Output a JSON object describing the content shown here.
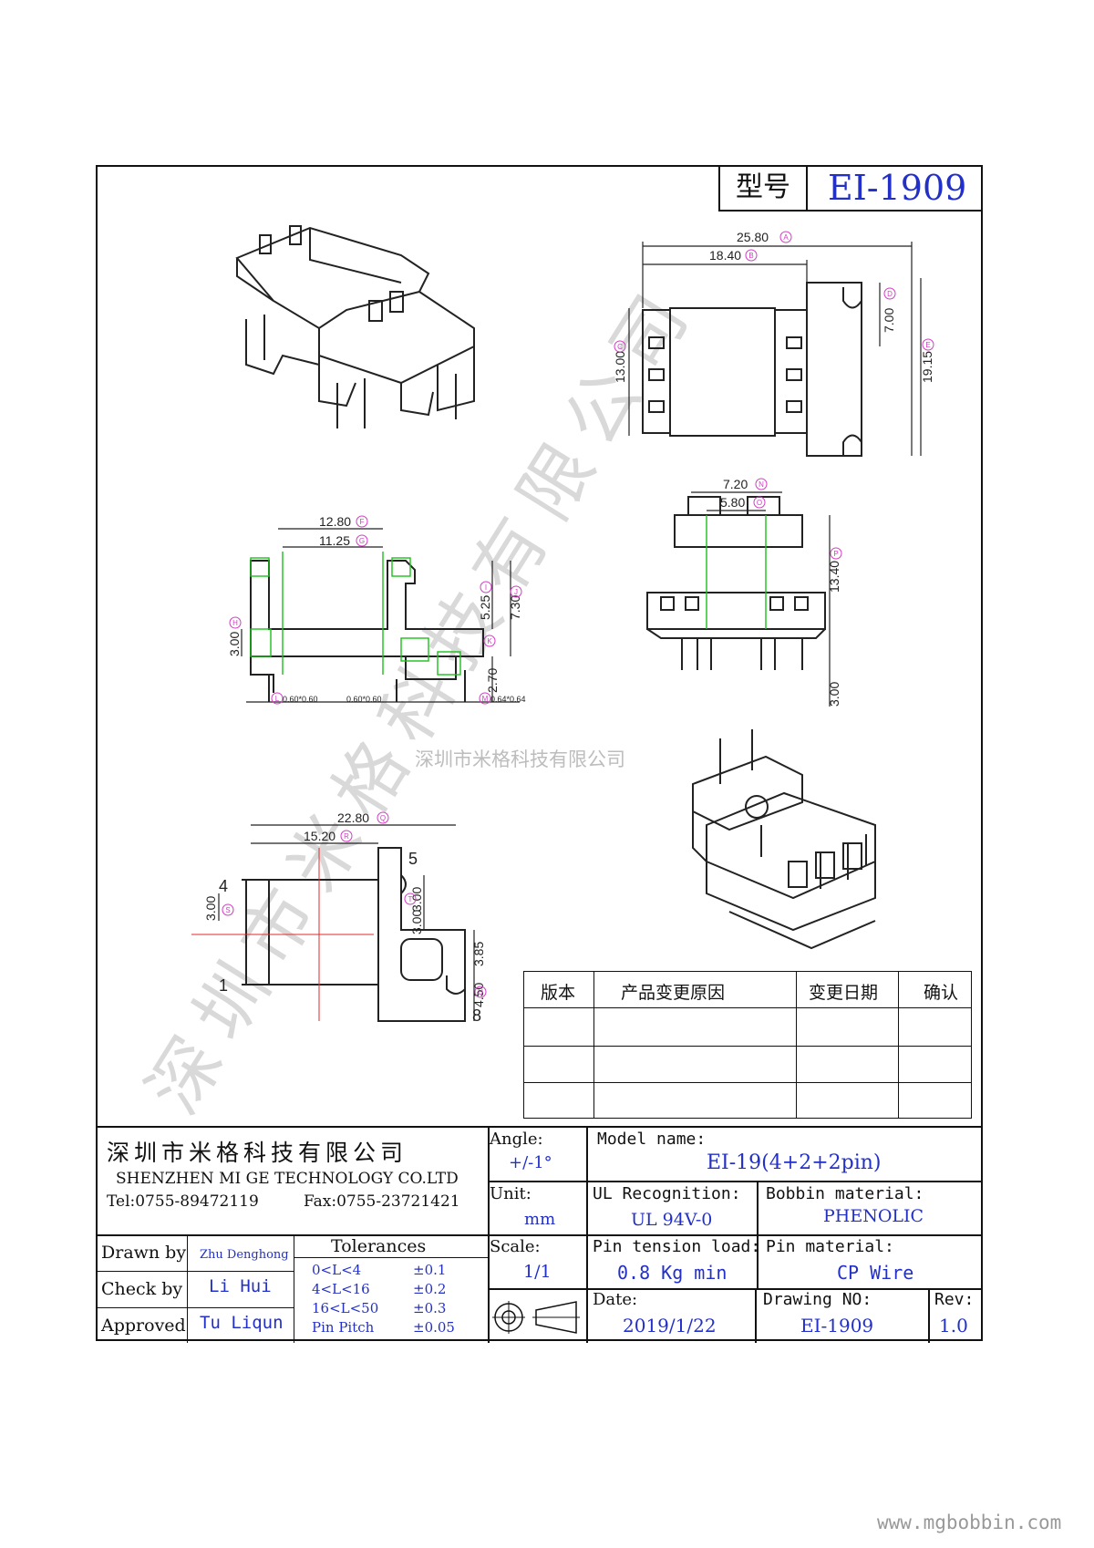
{
  "header": {
    "model_label": "型号",
    "model_value": "EI-1909"
  },
  "dimensions": {
    "top_view": {
      "d1": "25.80",
      "d1_tag": "A",
      "d2": "18.40",
      "d2_tag": "B",
      "d3": "13.00",
      "d3_tag": "C",
      "d4": "7.00",
      "d4_tag": "D",
      "d5": "19.15",
      "d5_tag": "E"
    },
    "side_view": {
      "d1": "12.80",
      "d1_tag": "F",
      "d2": "11.25",
      "d2_tag": "G",
      "d3": "3.00",
      "d3_tag": "H",
      "d4": "5.25",
      "d4_tag": "I",
      "d5": "7.30",
      "d5_tag": "J",
      "d6": "2.70",
      "d6_tag": "K",
      "pin1": "0.60*0.60",
      "pin1_tag": "L",
      "pin2": "0.60*0.60",
      "pin3": "0.64*0.64",
      "pin3_tag": "M"
    },
    "front_view": {
      "d1": "7.20",
      "d1_tag": "N",
      "d2": "5.80",
      "d2_tag": "O",
      "d3": "13.40",
      "d3_tag": "P",
      "d4": "3.00"
    },
    "pcb_view": {
      "d1": "22.80",
      "d1_tag": "Q",
      "d2": "15.20",
      "d2_tag": "R",
      "d3": "3.00",
      "d3_tag": "S",
      "d4": "3.00",
      "d4_tag": "T",
      "d5": "3.00",
      "d6": "3.85",
      "d7": "4.50",
      "d7_tag": "U",
      "pin_4": "4",
      "pin_1": "1",
      "pin_5": "5",
      "pin_8": "8"
    }
  },
  "watermark": {
    "company_center": "深圳市米格科技有限公司",
    "company_diag": "深圳市米格科技有限公司",
    "website": "www.mgbobbin.com"
  },
  "revision_table": {
    "headers": [
      "版本",
      "产品变更原因",
      "变更日期",
      "确认"
    ],
    "rows": [
      [
        "",
        "",
        "",
        ""
      ],
      [
        "",
        "",
        "",
        ""
      ],
      [
        "",
        "",
        "",
        ""
      ]
    ]
  },
  "title_block": {
    "company_cn": "深圳市米格科技有限公司",
    "company_en": "SHENZHEN  MI GE TECHNOLOGY  CO.LTD",
    "tel": "Tel:0755-89472119",
    "fax": "Fax:0755-23721421",
    "angle_label": "Angle:",
    "angle_value": "+/-1°",
    "model_name_label": "Model name:",
    "model_name_value": "EI-19(4+2+2pin)",
    "unit_label": "Unit:",
    "unit_value": "mm",
    "ul_label": "UL Recognition:",
    "ul_value": "UL 94V-0",
    "bobbin_label": "Bobbin material:",
    "bobbin_value": "PHENOLIC",
    "scale_label": "Scale:",
    "scale_value": "1/1",
    "pin_tension_label": "Pin tension load:",
    "pin_tension_value": "0.8 Kg min",
    "pin_material_label": "Pin material:",
    "pin_material_value": "CP Wire",
    "drawn_label": "Drawn by",
    "drawn_value": "Zhu Denghong",
    "check_label": "Check by",
    "check_value": "Li Hui",
    "approved_label": "Approved",
    "approved_value": "Tu Liqun",
    "tolerances_label": "Tolerances",
    "tolerances": [
      {
        "range": "0<L<4",
        "value": "±0.1"
      },
      {
        "range": "4<L<16",
        "value": "±0.2"
      },
      {
        "range": "16<L<50",
        "value": "±0.3"
      },
      {
        "range": "Pin Pitch",
        "value": "±0.05"
      }
    ],
    "date_label": "Date:",
    "date_value": "2019/1/22",
    "drawing_no_label": "Drawing NO:",
    "drawing_no_value": "EI-1909",
    "rev_label": "Rev:",
    "rev_value": "1.0"
  }
}
